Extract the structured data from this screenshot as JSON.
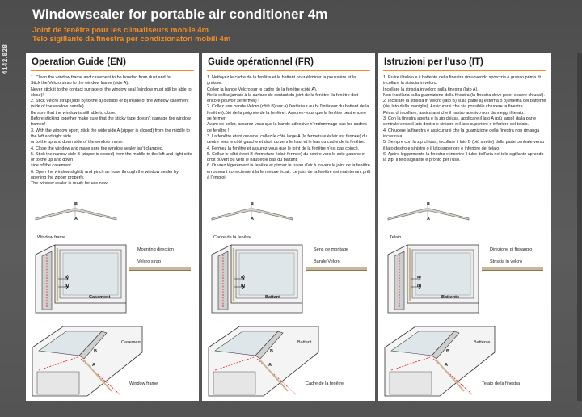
{
  "header": {
    "article_no": "4142.828",
    "title": "Windowsealer for portable air conditioner 4m",
    "subtitle_fr": "Joint de fenêtre pour les climatiseurs mobile 4m",
    "subtitle_it": "Telo sigillante da finestra per condizionatori mobili 4m"
  },
  "colors": {
    "accent": "#f28c28",
    "red": "#e31e24",
    "background": "#5a5a5a",
    "panel": "#ffffff"
  },
  "columns": [
    {
      "heading": "Operation Guide (EN)",
      "steps": [
        "1. Clean the window frame and casement to be bonded from dust and fat.",
        "Stick the Velcro strap to the window frame (side A).",
        "Never stick it to the contact surface of the window seal (window must still be able to close)!",
        "2. Stick Velcro strap (side B) to the a) outside or b) inside of the window casement (side of the window handle).",
        "Be sure that the window is still able to close.",
        "Before sticking together make sure that the sticky tape doesn't damage the window frames!",
        "3. With the window open, stick the wide side A (zipper is closed) from the middle to the left and right side",
        "or to the up and down side of the window frame.",
        "4. Close the window and make sure the window sealer isn't clamped.",
        "5. Stick the narrow side B (zipper is closed) from the middle to the left and right side or to the up and down",
        "side of the casement.",
        "6. Open the window slightly and pinch air hose through the window sealer by opening the zipper properly.",
        "The window sealer is ready for use now."
      ],
      "labels": {
        "frame": "Window frame",
        "legend_mount": "Mounting direction",
        "legend_strap": "Velcro strap",
        "casement": "Casement",
        "casement2": "Casement",
        "frame2": "Window frame"
      }
    },
    {
      "heading": "Guide opérationnel (FR)",
      "steps": [
        "1. Nettoyez le cadre de la fenêtre et le battant pour éliminer la poussière et la graisse.",
        "Collez la bande Velcro sur le cadre de la fenêtre (côté A).",
        "Ne la collez jamais à la surface de contact du joint de la fenêtre (la fenêtre doit encore pouvoir se fermer) !",
        "2. Collez une bande Velcro (côté B) sur a) l'extérieur ou b) l'intérieur du battant de la fenêtre (côté de la poignée de la fenêtre). Assurez-vous que la fenêtre peut encore se fermer.",
        "Avant de coller, assurez-vous que la bande adhesive n'endommage pas les cadres de fenêtre !",
        "3. La fenêtre étant ouverte, collez le côté large A (la fermeture éclair est fermée) du centre vers le côté gauche et droit ou vers le haut et le bas du cadre de la fenêtre.",
        "4. Fermez la fenêtre et assurez-vous que le joint de la fenêtre n'est pas coincé.",
        "5. Collez le côté étroit B (fermeture éclair fermée) du centre vers le coté gauche et droit ouvert ou vers le haut et le bas du battant.",
        "6. Ouvrez légèrement la fenêtre et pincez le tuyau d'air à travers le joint de la fenêtre en ouvrant correctement la fermeture éclair. Le joint de la fenêtre est maintenant prêt à l'emploi."
      ],
      "labels": {
        "frame": "Cadre de la fenêtre",
        "legend_mount": "Sens de montage",
        "legend_strap": "Bande Velcro",
        "casement": "Battant",
        "casement2": "Battant",
        "frame2": "Cadre de la fenêtre"
      }
    },
    {
      "heading": "Istruzioni per l'uso (IT)",
      "steps": [
        "1. Pulire il telaio e il battente della finestra rimuovendo sporcizia e grasso prima di incollare la striscia in velcro.",
        "Incollare la striscia in velcro sulla finestra (lato A).",
        "Non incollarla sulla guarnizione della finestra (la finestra deve poter essere chiusa!).",
        "2. Incollare la striscia in velcro (lato B) sulla parte a) esterna o b) interna del battente (dal lato della maniglia). Assicurarsi che sia possibile chiudere la finestra.",
        "Prima di incollare, assicurarsi che il nastro adesivo non danneggi il telaio.",
        "3. Con la finestra aperta e la zip chiusa, applicare il lato A (più largo) dalla parte centrale verso il lato destro e sinistro o il lato superiore e inferiore del telaio.",
        "4. Chiudere la finestra e assicurarsi che la guarnizione della finestra non rimanga incastrata.",
        "5. Sempre con la zip chiusa, incollare il lato B (più stretto) dalla parte centrale verso il lato destro e sinistro o il lato superiore e inferiore del telaio.",
        "6. Aprire leggermente la finestra e inserire il tubo dell'aria nel telo sigillante aprendo la zip. Il telo sigillante è pronto per l'uso."
      ],
      "labels": {
        "frame": "Telaio",
        "legend_mount": "Direzione di fissaggio",
        "legend_strap": "Striscia in velcro",
        "casement": "Battente",
        "casement2": "Battente",
        "frame2": "Telaio della finestra"
      }
    }
  ],
  "diagram_marks": {
    "side_a": "A",
    "side_b": "B",
    "mark_a": "a)",
    "mark_b": "b)"
  }
}
